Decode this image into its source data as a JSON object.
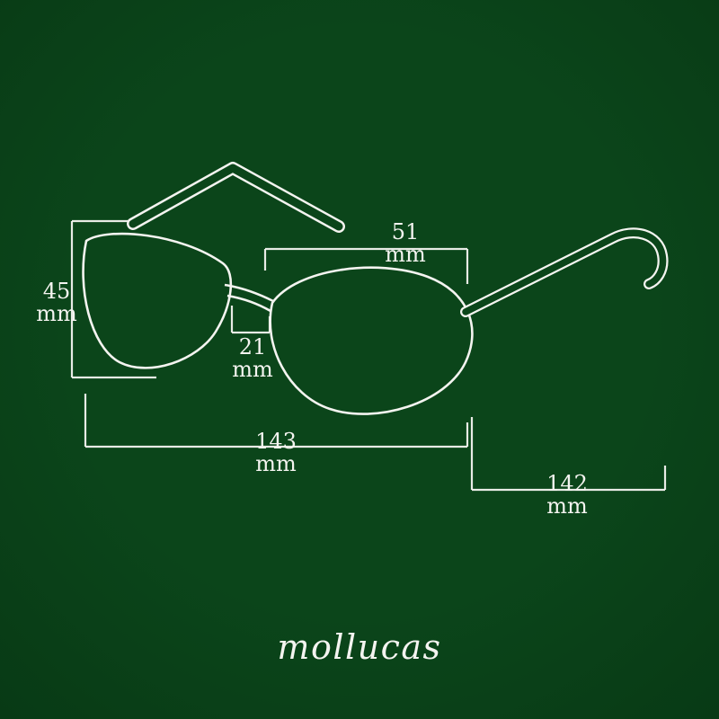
{
  "canvas": {
    "background_color": "#0b451a",
    "line_color": "#f4f4f0"
  },
  "measurements": {
    "lens_height": {
      "value": "45",
      "unit": "mm"
    },
    "lens_width": {
      "value": "51",
      "unit": "mm"
    },
    "bridge_width": {
      "value": "21",
      "unit": "mm"
    },
    "frame_width": {
      "value": "143",
      "unit": "mm"
    },
    "temple_length": {
      "value": "142",
      "unit": "mm"
    }
  },
  "brand": {
    "name": "mollucas"
  }
}
